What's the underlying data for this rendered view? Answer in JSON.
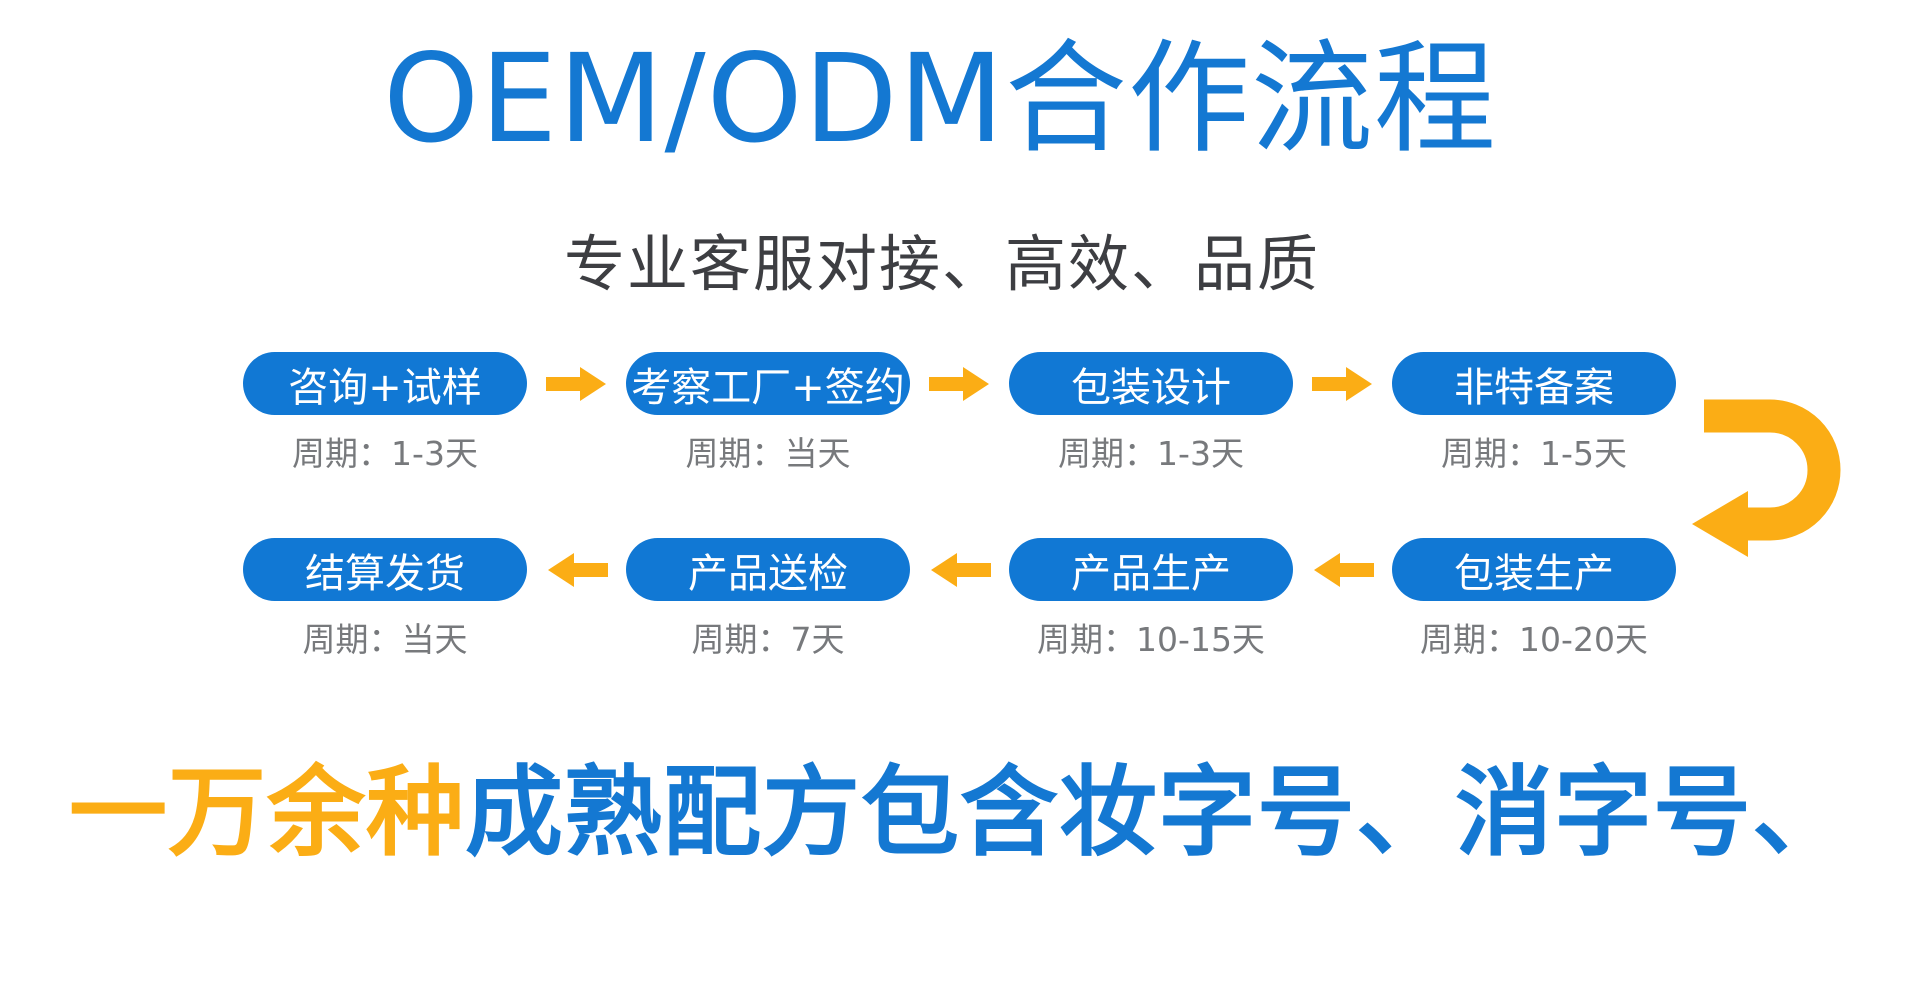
{
  "page": {
    "title": "OEM/ODM合作流程",
    "subtitle": "专业客服对接、高效、品质"
  },
  "flow": {
    "row1": [
      {
        "label": "咨询+试样",
        "cycle": "周期：1-3天"
      },
      {
        "label": "考察工厂+签约",
        "cycle": "周期：当天"
      },
      {
        "label": "包装设计",
        "cycle": "周期：1-3天"
      },
      {
        "label": "非特备案",
        "cycle": "周期：1-5天"
      }
    ],
    "row2": [
      {
        "label": "结算发货",
        "cycle": "周期：当天"
      },
      {
        "label": "产品送检",
        "cycle": "周期：7天"
      },
      {
        "label": "产品生产",
        "cycle": "周期：10-15天"
      },
      {
        "label": "包装生产",
        "cycle": "周期：10-20天"
      }
    ]
  },
  "bottom_banner": {
    "highlight": "一万余种",
    "rest": "成熟配方包含妆字号、消字号、"
  },
  "icons": {
    "arrow_right": "solid orange right-pointing arrow between row-1 steps",
    "arrow_left": "solid orange left-pointing arrow between row-2 steps",
    "u_turn": "solid orange u-turn arrow linking row 1 end to row 2 start"
  },
  "colors": {
    "brand_blue": "#1478d2",
    "pill_blue": "#1178d4",
    "accent_orange": "#fbad15",
    "cycle_text_gray": "#77797c",
    "subtitle_gray": "#3d3e42",
    "background": "#ffffff"
  }
}
